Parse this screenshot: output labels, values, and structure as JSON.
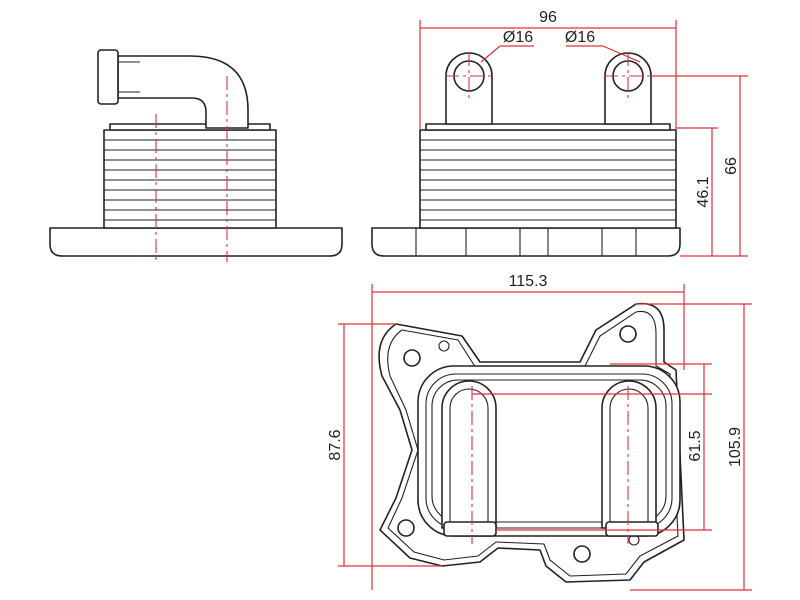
{
  "dimensions": {
    "width_top": "96",
    "port_diameter_left": "Ø16",
    "port_diameter_right": "Ø16",
    "height_total": "66",
    "height_stack": "46.1",
    "width_plate": "115.3",
    "height_left": "87.6",
    "port_spacing": "61.5",
    "height_right": "105.9"
  },
  "colors": {
    "outline": "#222222",
    "dimension": "#e0303a"
  }
}
